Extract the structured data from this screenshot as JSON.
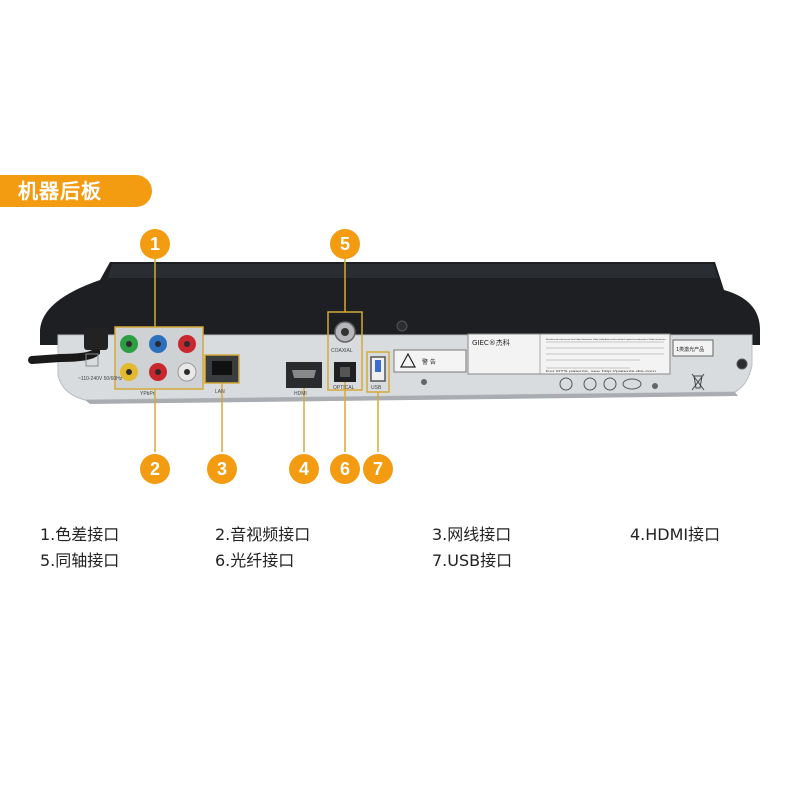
{
  "banner": {
    "title": "机器后板"
  },
  "device_labels": {
    "power_rating": "~110-240V\n50/60Hz",
    "ypbpr": "YPbPr",
    "lan": "LAN",
    "hdmi": "HDMI",
    "coaxial": "COAXIAL",
    "optical": "OPTICAL",
    "usb": "USB",
    "warning": "警 告",
    "brand": "GIEC®杰科",
    "badge": "1类激光产品",
    "dolby_text": "Manufactured under license from Dolby Laboratories. Dolby, Dolby Audio and the double-D symbol are trademarks of Dolby Laboratories.",
    "dts_text": "For DTS patents, see http://patents.dts.com"
  },
  "markers": [
    "1",
    "2",
    "3",
    "4",
    "5",
    "6",
    "7"
  ],
  "legend": [
    "1.色差接口",
    "2.音视频接口",
    "3.网线接口",
    "4.HDMI接口",
    "5.同轴接口",
    "6.光纤接口",
    "7.USB接口"
  ],
  "colors": {
    "accent": "#f39c12",
    "panel": "#d9dcdf",
    "chassis_top": "#1d1f22",
    "jack_green": "#2e9e44",
    "jack_blue": "#2d6fbf",
    "jack_red": "#c8272f",
    "jack_white": "#e8e8e8"
  }
}
